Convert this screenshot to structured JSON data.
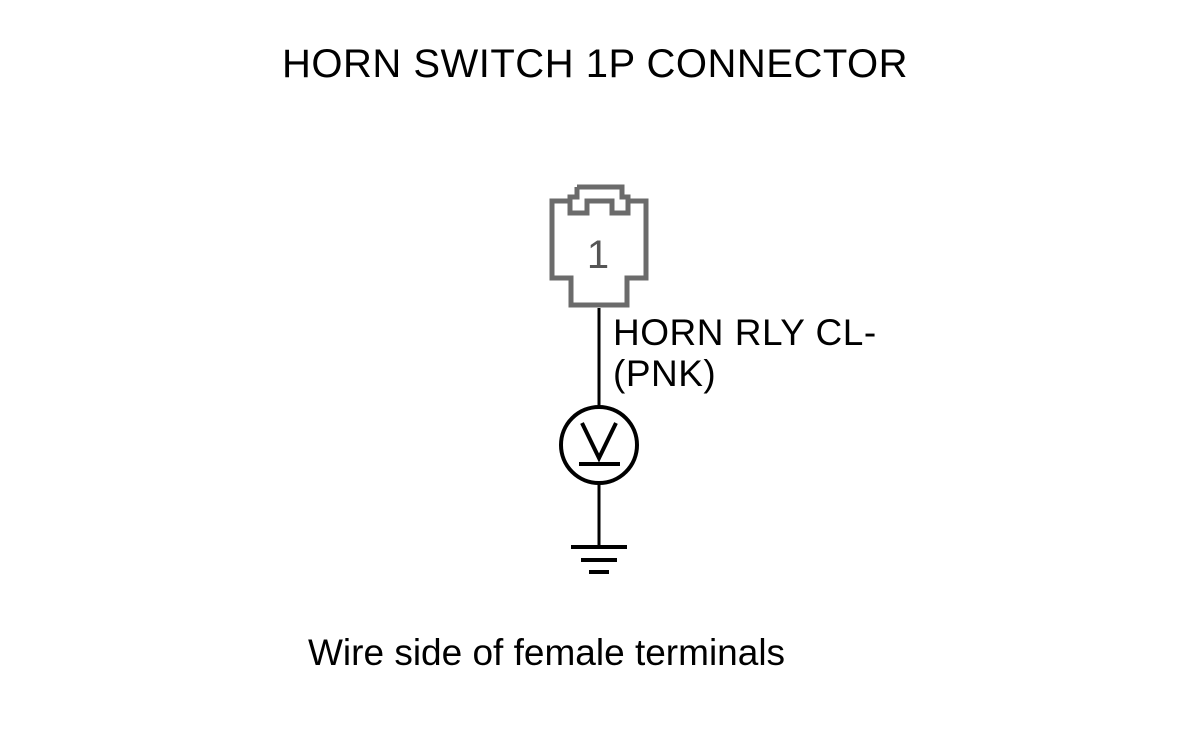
{
  "diagram": {
    "title": "HORN SWITCH 1P CONNECTOR",
    "connector": {
      "terminal_number": "1"
    },
    "wire": {
      "label_line1": "HORN RLY CL-",
      "label_line2": "(PNK)"
    },
    "meter": {
      "symbol": "V",
      "icon": "voltmeter-icon"
    },
    "ground": {
      "icon": "ground-icon"
    },
    "caption": "Wire side of female terminals",
    "colors": {
      "line": "#000000",
      "connector_outline": "#6b6b6b"
    }
  }
}
